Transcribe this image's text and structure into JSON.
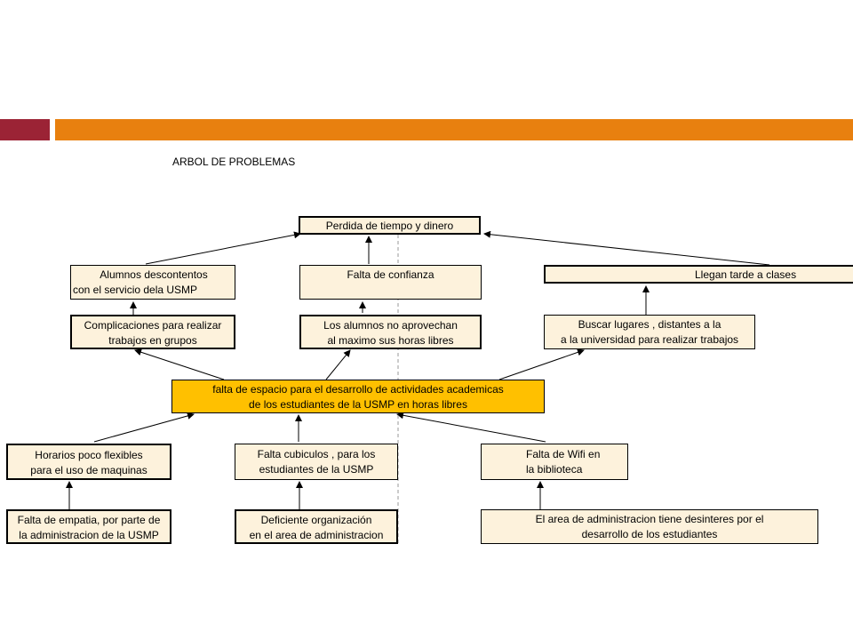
{
  "title": "ARBOL DE PROBLEMAS",
  "colors": {
    "bar_left": "#9b2335",
    "bar_right": "#e8800f",
    "box_fill": "#fdf2dc",
    "main_fill": "#ffc000"
  },
  "effects": {
    "top": [
      "Perdida de tiempo y dinero"
    ],
    "level1": [
      [
        "Alumnos descontentos",
        "con el servicio  dela USMP"
      ],
      [
        "Falta de confianza"
      ],
      [
        "Llegan tarde a clases"
      ]
    ],
    "level2": [
      [
        "Complicaciones para realizar",
        "trabajos en grupos"
      ],
      [
        "Los alumnos no aprovechan",
        "al maximo sus horas libres"
      ],
      [
        "Buscar lugares , distantes a la",
        "a la universidad para realizar trabajos"
      ]
    ]
  },
  "central_problem": [
    "falta de espacio para el desarrollo de actividades academicas",
    "de los estudiantes de la USMP en horas libres"
  ],
  "causes": {
    "level1": [
      [
        "Horarios poco flexibles",
        "para el uso de maquinas"
      ],
      [
        "Falta cubiculos , para los",
        "estudiantes de la USMP"
      ],
      [
        "Falta de Wifi en",
        "la biblioteca"
      ]
    ],
    "level2": [
      [
        "Falta de empatia, por parte de",
        "la administracion de la USMP"
      ],
      [
        "Deficiente organización",
        "en el area  de administracion"
      ],
      [
        "El area de administracion tiene desinteres por el",
        "desarrollo de los estudiantes"
      ]
    ]
  }
}
